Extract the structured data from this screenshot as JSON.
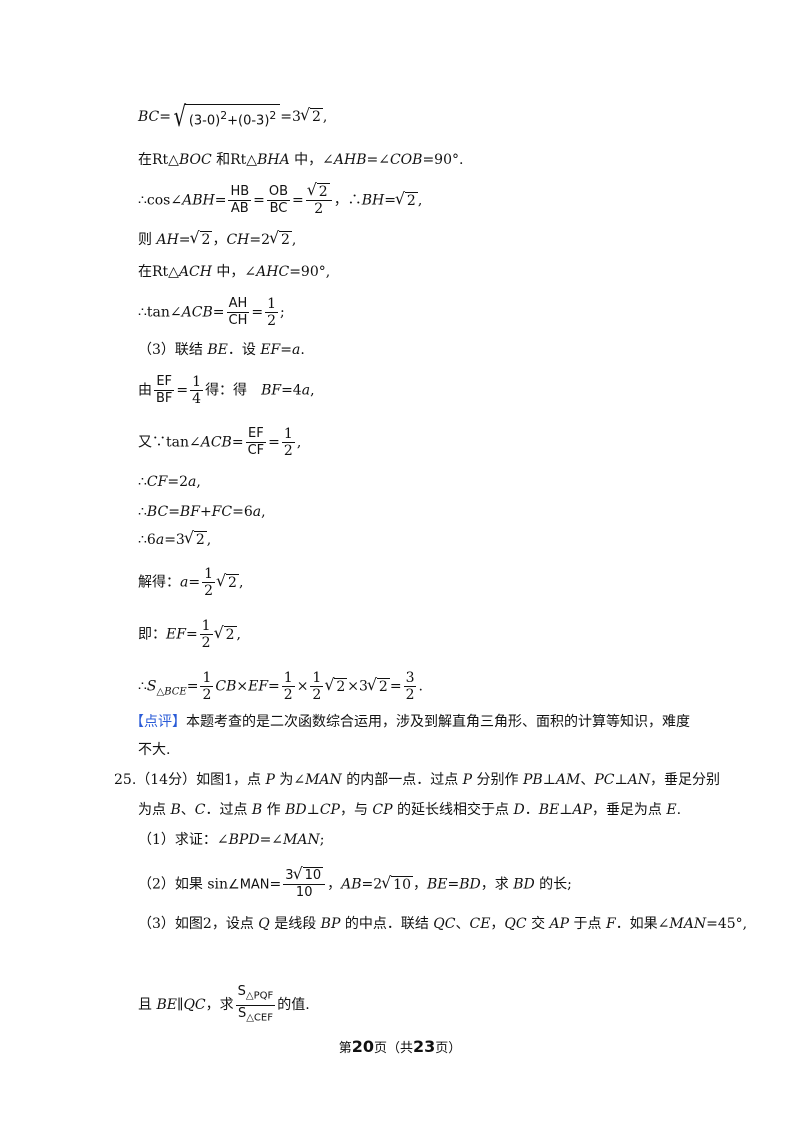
{
  "solution": {
    "l1": {
      "a": "BC=",
      "b": "(3-0)",
      "c": "2",
      "d": "+(0-3)",
      "e": "2",
      "f": "=3",
      "g": "2",
      "h": ","
    },
    "l2": {
      "a": "在Rt△",
      "b": "BOC",
      "c": " 和Rt△",
      "d": "BHA",
      "e": " 中，∠",
      "f": "AHB",
      "g": "=∠",
      "h": "COB",
      "i": "=90°."
    },
    "l3": {
      "a": "∴cos∠",
      "b": "ABH",
      "c": "=",
      "n1": "HB",
      "d1": "AB",
      "c2": "=",
      "n2": "OB",
      "d2": "BC",
      "c3": "=",
      "n3": "2",
      "d3": "2",
      "e": "，∴",
      "f": "BH",
      "g": "=",
      "h": "2",
      "i": ","
    },
    "l4": {
      "a": "则 ",
      "b": "AH",
      "c": "=",
      "d": "2",
      "e": "，",
      "f": "CH",
      "g": "=2",
      "h": "2",
      "i": ","
    },
    "l5": {
      "a": "在Rt△",
      "b": "ACH",
      "c": " 中，∠",
      "d": "AHC",
      "e": "=90°,"
    },
    "l6": {
      "a": "∴tan∠",
      "b": "ACB",
      "c": "=",
      "n1": "AH",
      "d1": "CH",
      "c2": "=",
      "n2": "1",
      "d2": "2",
      "e": ";"
    },
    "l7": {
      "a": "（3）联结 ",
      "b": "BE",
      "c": "．设 ",
      "d": "EF",
      "e": "=",
      "f": "a",
      "g": "."
    },
    "l8": {
      "a": "由",
      "n1": "EF",
      "d1": "BF",
      "c": "=",
      "n2": "1",
      "d2": "4",
      "e": "得：得　",
      "f": "BF",
      "g": "=4",
      "h": "a",
      "i": ","
    },
    "l9": {
      "a": "又∵tan∠",
      "b": "ACB",
      "c": "=",
      "n1": "EF",
      "d1": "CF",
      "c2": "=",
      "n2": "1",
      "d2": "2",
      "e": ","
    },
    "l10": {
      "a": "∴",
      "b": "CF",
      "c": "=2",
      "d": "a",
      "e": ","
    },
    "l11": {
      "a": "∴",
      "b": "BC",
      "c": "=",
      "d": "BF",
      "e": "+",
      "f": "FC",
      "g": "=6",
      "h": "a",
      "i": ","
    },
    "l12": {
      "a": "∴6",
      "b": "a",
      "c": "=3",
      "d": "2",
      "e": ","
    },
    "l13": {
      "a": "解得：",
      "b": "a",
      "c": "=",
      "n": "1",
      "dd": "2",
      "e": "2",
      "f": ","
    },
    "l14": {
      "a": "即：",
      "b": "EF",
      "c": "=",
      "n": "1",
      "dd": "2",
      "e": "2",
      "f": ","
    },
    "l15": {
      "a": "∴",
      "b": "S",
      "sub": "△BCE",
      "c": "=",
      "n1": "1",
      "d1": "2",
      "e": "CB",
      "f": "×",
      "g": "EF",
      "h": "=",
      "n2": "1",
      "d2": "2",
      "i": "×",
      "n3": "1",
      "d3": "2",
      "j": "2",
      "k": "×3",
      "l": "2",
      "m": "=",
      "n4": "3",
      "d4": "2",
      "o": "."
    }
  },
  "comment": {
    "tag": "【点评】",
    "text1": "本题考查的是二次函数综合运用，涉及到解直角三角形、面积的计算等知识，难度",
    "text2": "不大."
  },
  "problem": {
    "num": "25.",
    "score": "（14分）",
    "p1a": "如图1，点 ",
    "p1b": "P",
    "p1c": " 为∠",
    "p1d": "MAN",
    "p1e": " 的内部一点．过点 ",
    "p1f": "P",
    "p1g": " 分别作 ",
    "p1h": "PB",
    "p1i": "⊥",
    "p1j": "AM",
    "p1k": "、",
    "p1l": "PC",
    "p1m": "⊥",
    "p1n": "AN",
    "p1o": "，垂足分别",
    "p2a": "为点 ",
    "p2b": "B",
    "p2c": "、",
    "p2d": "C",
    "p2e": "．过点 ",
    "p2f": "B",
    "p2g": " 作 ",
    "p2h": "BD",
    "p2i": "⊥",
    "p2j": "CP",
    "p2k": "，与 ",
    "p2l": "CP",
    "p2m": " 的延长线相交于点 ",
    "p2n": "D",
    "p2o": "．",
    "p2p": "BE",
    "p2q": "⊥",
    "p2r": "AP",
    "p2s": "，垂足为点 ",
    "p2t": "E",
    "p2u": ".",
    "q1a": "（1）求证：∠",
    "q1b": "BPD",
    "q1c": "=∠",
    "q1d": "MAN",
    "q1e": ";",
    "q2a": "（2）如果 sin",
    "q2b": "∠MAN",
    "q2c": "=",
    "q2n": "3",
    "q2r": "10",
    "q2d": "10",
    "q2e": "，",
    "q2f": "AB",
    "q2g": "=2",
    "q2h": "10",
    "q2i": "，",
    "q2j": "BE",
    "q2k": "=",
    "q2l": "BD",
    "q2m": "，求 ",
    "q2o": "BD",
    "q2p": " 的长;",
    "q3a": "（3）如图2，设点 ",
    "q3b": "Q",
    "q3c": " 是线段 ",
    "q3d": "BP",
    "q3e": " 的中点．联结 ",
    "q3f": "QC",
    "q3g": "、",
    "q3h": "CE",
    "q3i": "，",
    "q3j": "QC",
    "q3k": " 交 ",
    "q3l": "AP",
    "q3m": " 于点 ",
    "q3n": "F",
    "q3o": "．如果∠",
    "q3p": "MAN",
    "q3q": "=45°,",
    "q4a": "且 ",
    "q4b": "BE",
    "q4c": "∥",
    "q4d": "QC",
    "q4e": "，求",
    "q4n": "S",
    "q4ns": "△PQF",
    "q4d1": "S",
    "q4ds": "△CEF",
    "q4f": "的值."
  },
  "footer": {
    "a": "第",
    "b": "20",
    "c": "页（共",
    "d": "23",
    "e": "页）"
  }
}
